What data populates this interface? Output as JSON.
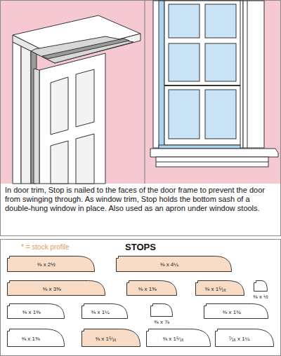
{
  "diagram": {
    "title": "STOPS",
    "caption": "In door trim, Stop is nailed to the faces of the door frame to prevent the door from swinging through. As window trim, Stop holds the bottom sash of a double-hung window in place. Also used as an apron under window stools.",
    "nodes": [
      {
        "text": [
          "⅜ x 2½"
        ]
      },
      {
        "text": [
          "⅜ x 4¼"
        ]
      },
      {
        "text": [
          "⅜ x 3⅝"
        ]
      },
      {
        "text": [
          "⅜ x 1⅝"
        ]
      },
      {
        "text": [
          "⅜ x 1⁵⁄₁₆"
        ]
      },
      {
        "text": [
          "⅜ x ½"
        ]
      },
      {
        "text": [
          "⅜ x 1⅜"
        ]
      },
      {
        "text": [
          "⅜ x 1¼"
        ]
      },
      {
        "text": [
          "⅜ x ⅞"
        ]
      },
      {
        "text": [
          "⅜ x 1¾"
        ]
      },
      {
        "text": [
          "⅜ x 1⅝"
        ]
      },
      {
        "text": [
          "⅜ x 1⁵⁄₁₆"
        ]
      },
      {
        "text": [
          "⅜ x 1⁵⁄₁₆"
        ]
      },
      {
        "text": [
          "⁷⁄₁₆ x 1¼"
        ]
      }
    ],
    "legend": [
      {
        "text": "* = stock profile"
      }
    ]
  }
}
